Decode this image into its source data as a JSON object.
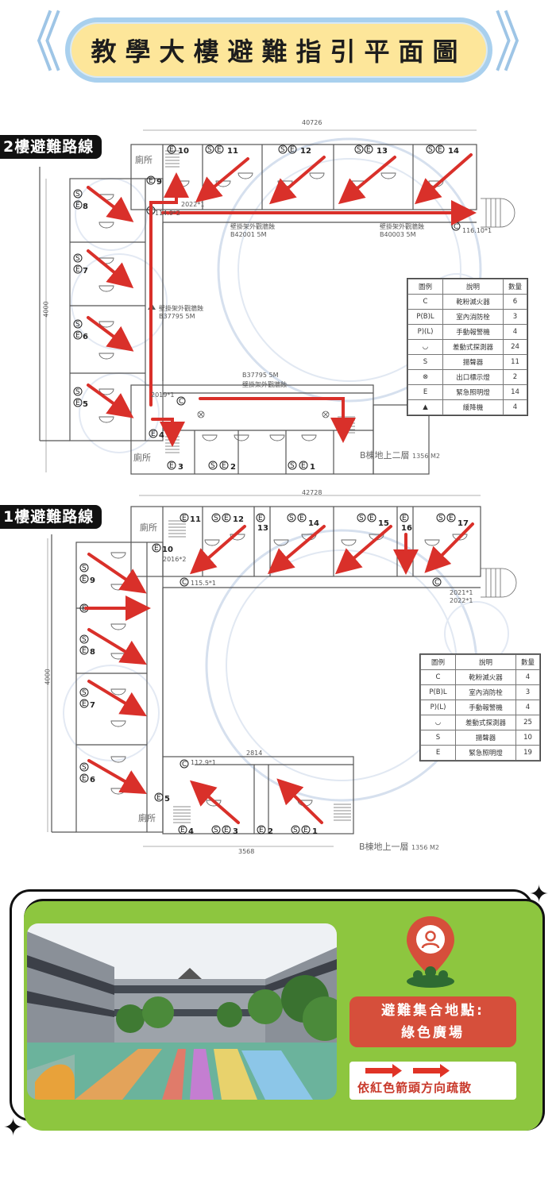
{
  "title": "教學大樓避難指引平面圖",
  "floor2": {
    "tag": "2樓避難路線",
    "toilet_top": "廁所",
    "toilet_bottom": "廁所",
    "hydrant_label_1": "壁掛架外觀牆蝕",
    "hydrant_code_1": "B42001  5M",
    "hydrant_label_2": "壁掛架外觀牆蝕",
    "hydrant_code_2": "B40003  5M",
    "hydrant_label_3": "壁掛架外觀牆蝕",
    "hydrant_code_3": "B37795  5M",
    "hydrant_label_4": "壁掛架外觀牆蝕",
    "hydrant_code_4": "B37795  5M",
    "floor_note": "B棟地上二層",
    "floor_area": "1356 M2",
    "dim_top": "40726",
    "dim_left": "4000",
    "year_a": "2022*1",
    "year_b": "2019*1",
    "ext_a": "114.9*2",
    "ext_b": "116.10*1",
    "legend": {
      "headers": [
        "圖例",
        "說明",
        "數量"
      ],
      "rows": [
        {
          "sym": "C",
          "desc": "乾粉滅火器",
          "qty": "6"
        },
        {
          "sym": "P(B)L",
          "desc": "室內消防栓",
          "qty": "3"
        },
        {
          "sym": "P)(L)",
          "desc": "手動報警機",
          "qty": "4"
        },
        {
          "sym": "◡",
          "desc": "差動式探測器",
          "qty": "24"
        },
        {
          "sym": "S",
          "desc": "揚聲器",
          "qty": "11"
        },
        {
          "sym": "⊗",
          "desc": "出口標示燈",
          "qty": "2"
        },
        {
          "sym": "E",
          "desc": "緊急照明燈",
          "qty": "14"
        },
        {
          "sym": "▲",
          "desc": "緩降機",
          "qty": "4"
        }
      ]
    }
  },
  "floor1": {
    "tag": "1樓避難路線",
    "toilet_top": "廁所",
    "toilet_bottom": "廁所",
    "floor_note": "B棟地上一層",
    "floor_area": "1356 M2",
    "dim_top": "42728",
    "dim_left": "4000",
    "dim_bottom": "3568",
    "dim_mid": "2814",
    "year_a": "2016*2",
    "year_b": "2021*1",
    "year_c": "2022*1",
    "ext_a": "115.5*1",
    "ext_b": "112.9*1",
    "legend": {
      "headers": [
        "圖例",
        "說明",
        "數量"
      ],
      "rows": [
        {
          "sym": "C",
          "desc": "乾粉滅火器",
          "qty": "4"
        },
        {
          "sym": "P(B)L",
          "desc": "室內消防栓",
          "qty": "3"
        },
        {
          "sym": "P)(L)",
          "desc": "手動報警機",
          "qty": "4"
        },
        {
          "sym": "◡",
          "desc": "差動式探測器",
          "qty": "25"
        },
        {
          "sym": "S",
          "desc": "揚聲器",
          "qty": "10"
        },
        {
          "sym": "E",
          "desc": "緊急照明燈",
          "qty": "19"
        }
      ]
    }
  },
  "assembly": {
    "line1": "避難集合地點:",
    "line2": "綠色廣場"
  },
  "direction_note": "依紅色箭頭方向疏散",
  "colors": {
    "accent_red": "#d9302a",
    "banner_yellow": "#fde69a",
    "banner_border": "#a9d0ee",
    "card_green": "#8dc63f",
    "assembly_red": "#d64f3b"
  },
  "icons": [
    "chevron-left-icon",
    "chevron-right-icon",
    "location-pin-icon",
    "sparkle-icon",
    "red-arrow-icon"
  ]
}
